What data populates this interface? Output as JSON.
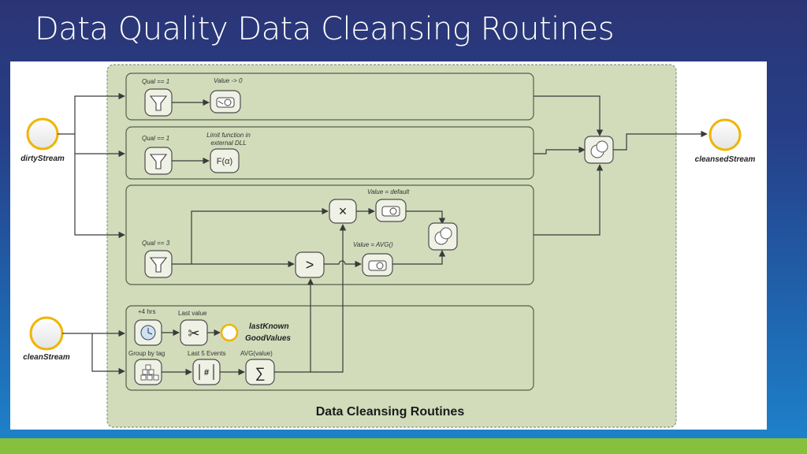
{
  "slide": {
    "title": "Data Quality Data Cleansing Routines"
  },
  "diagram": {
    "container_title": "Data Cleansing Routines",
    "events": {
      "dirty": "dirtyStream",
      "clean": "cleanStream",
      "cleansed": "cleansedStream",
      "last_known_line1": "lastKnown",
      "last_known_line2": "GoodValues"
    },
    "labels": {
      "qual1a": "Qual == 1",
      "value_gt0": "Value -> 0",
      "qual1b": "Qual == 1",
      "limit_line1": "Limit function in",
      "limit_line2": "external DLL",
      "value_default": "Value = default",
      "value_avg": "Value = AVG()",
      "qual3": "Qual == 3",
      "plus4": "+4 hrs",
      "last_value": "Last value",
      "group_by": "Group by tag",
      "last5": "Last 5 Events",
      "avg_value": "AVG(value)"
    },
    "task_glyphs": {
      "func": "F(α)",
      "multiply": "×",
      "compare": ">",
      "count": "#",
      "sum": "∑"
    },
    "colors": {
      "container": "#d2dcbb",
      "event_ring": "#f0b400",
      "title_bg": "#2b3575",
      "footer_bar": "#86c03d"
    }
  }
}
